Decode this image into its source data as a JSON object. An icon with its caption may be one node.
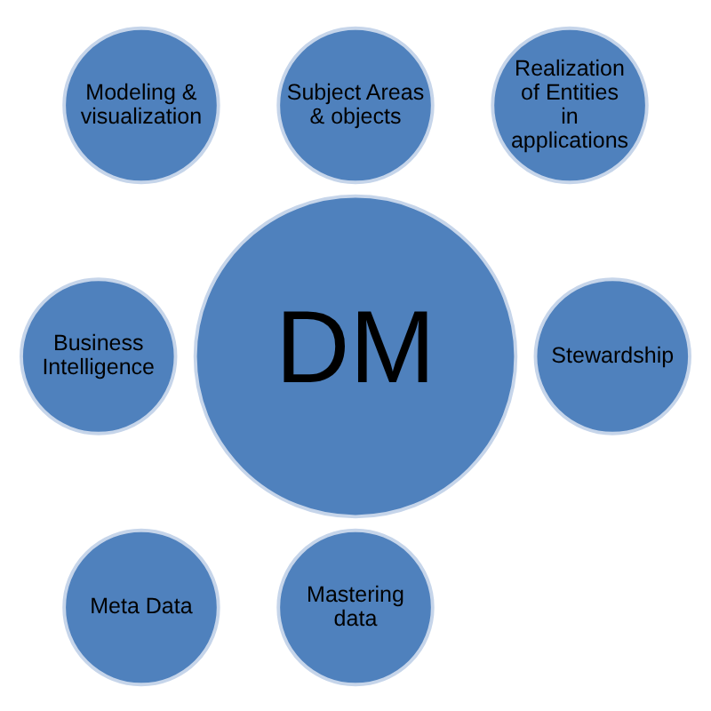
{
  "diagram": {
    "nodes": [
      {
        "text": [
          "Subject Areas & objects"
        ]
      },
      {
        "text": [
          "Modeling & visualization"
        ]
      },
      {
        "text": [
          "Realization of Entities in applications"
        ]
      },
      {
        "text": [
          "DM"
        ]
      },
      {
        "text": [
          "Business Intelligence"
        ]
      },
      {
        "text": [
          "Stewardship"
        ]
      },
      {
        "text": [
          "Meta Data"
        ]
      },
      {
        "text": [
          "Mastering data"
        ]
      }
    ]
  }
}
